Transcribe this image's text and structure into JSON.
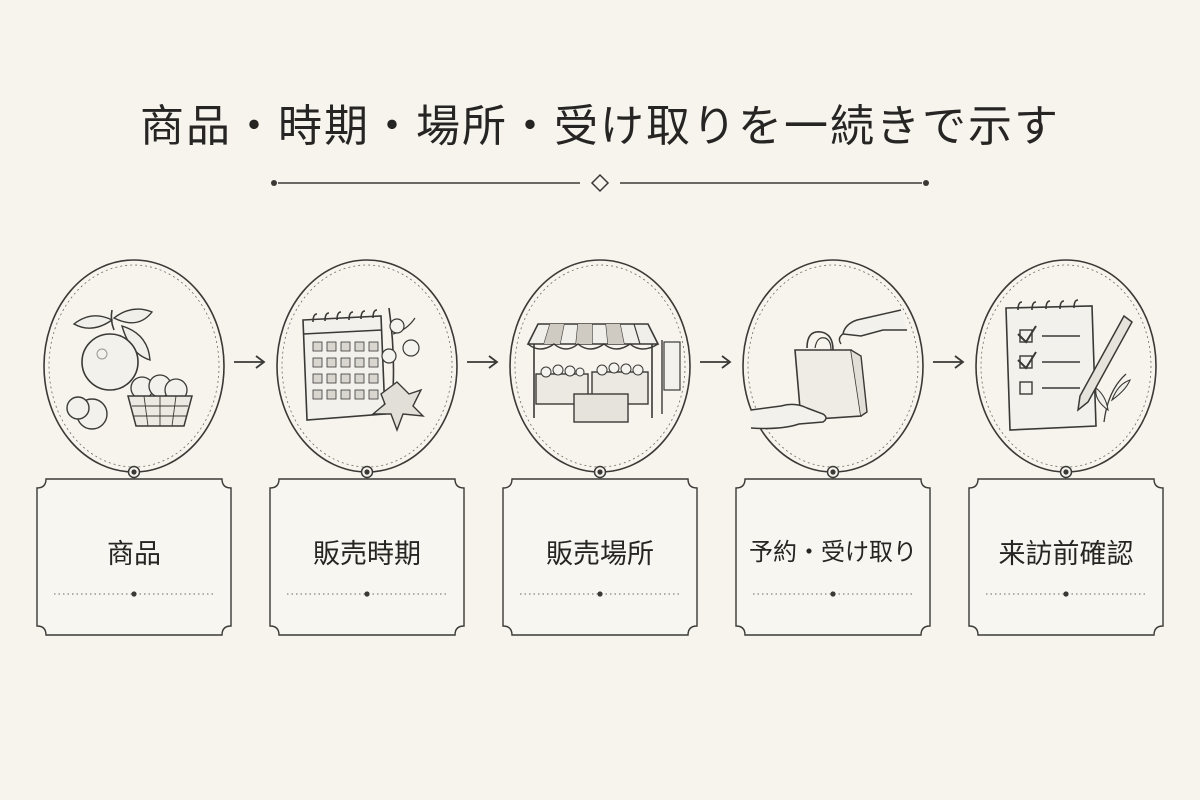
{
  "title": "商品・時期・場所・受け取りを一続きで示す",
  "steps": [
    {
      "label": "商品",
      "icon": "citrus-fruit-basket-icon"
    },
    {
      "label": "販売時期",
      "icon": "calendar-blossom-icon"
    },
    {
      "label": "販売場所",
      "icon": "market-stall-icon"
    },
    {
      "label": "予約・受け取り",
      "icon": "shopping-bag-handover-icon"
    },
    {
      "label": "来訪前確認",
      "icon": "checklist-pencil-icon"
    }
  ],
  "colors": {
    "background": "#f7f4ee",
    "ink": "#2b2a28",
    "line": "#3a3936",
    "dotted": "#6d6b66"
  }
}
